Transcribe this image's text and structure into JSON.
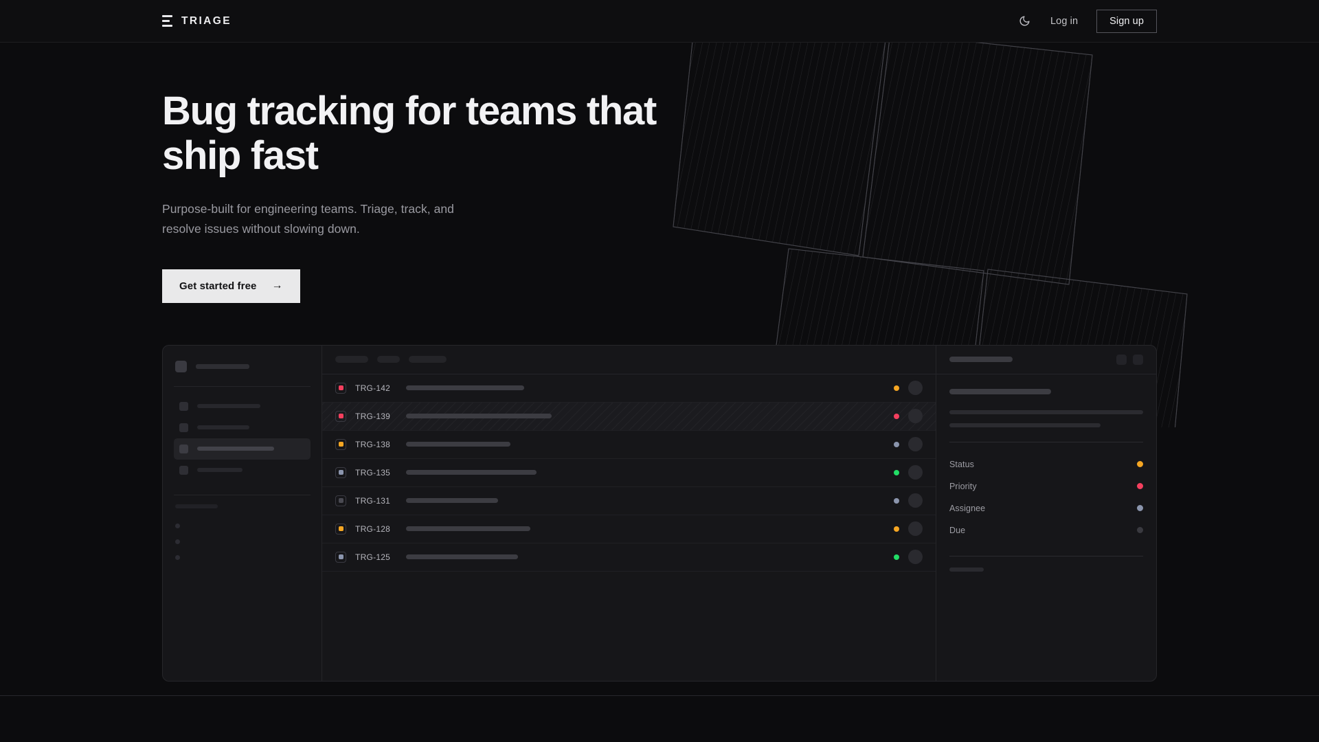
{
  "brand": {
    "name": "TRIAGE",
    "logo_icon": "three-bars-logo-icon"
  },
  "nav": {
    "theme_toggle_icon": "moon-icon",
    "login_label": "Log in",
    "signup_label": "Sign up"
  },
  "hero": {
    "headline": "Bug tracking for teams that ship fast",
    "subhead": "Purpose-built for engineering teams. Triage, track, and resolve issues without slowing down.",
    "cta_label": "Get started free",
    "cta_arrow": "→"
  },
  "colors": {
    "page_bg": "#0c0c0e",
    "nav_bg": "#0e0e10",
    "card_bg": "#161619",
    "border": "#26262a",
    "accent_pink": "#f43f5e",
    "accent_amber": "#f5a623",
    "accent_green": "#22dd66",
    "accent_slate": "#8b95ad",
    "accent_muted": "#4a4a52",
    "cta_bg": "#e9e9ea",
    "text_primary": "#f2f2f4",
    "text_muted": "#9a9aa1"
  },
  "mockup": {
    "sidebar": {
      "workspace_label_width": 78,
      "nav_items": [
        {
          "label_width": 92,
          "active": false
        },
        {
          "label_width": 76,
          "active": false
        },
        {
          "label_width": 112,
          "active": true
        },
        {
          "label_width": 66,
          "active": false
        }
      ],
      "section_label_width": 62,
      "dot_items": 3
    },
    "list": {
      "filter_chips": [
        48,
        33,
        55
      ],
      "columns": [
        "badge",
        "id",
        "title",
        "status",
        "assignee"
      ],
      "rows": [
        {
          "id": "TRG-142",
          "badge_color": "#f43f5e",
          "title_width": 172,
          "status_color": "#f5a623"
        },
        {
          "id": "TRG-139",
          "badge_color": "#f43f5e",
          "title_width": 212,
          "status_color": "#f43f5e",
          "selected": true
        },
        {
          "id": "TRG-138",
          "badge_color": "#f5a623",
          "title_width": 152,
          "status_color": "#8b95ad"
        },
        {
          "id": "TRG-135",
          "badge_color": "#8b95ad",
          "title_width": 190,
          "status_color": "#22dd66"
        },
        {
          "id": "TRG-131",
          "badge_color": "#4a4a52",
          "title_width": 134,
          "status_color": "#8b95ad"
        },
        {
          "id": "TRG-128",
          "badge_color": "#f5a623",
          "title_width": 181,
          "status_color": "#f5a623"
        },
        {
          "id": "TRG-125",
          "badge_color": "#8b95ad",
          "title_width": 163,
          "status_color": "#22dd66"
        }
      ]
    },
    "detail": {
      "title_width": 92,
      "header_buttons": 2,
      "heading_width": 148,
      "meta": [
        {
          "key": "Status",
          "color": "#f5a623"
        },
        {
          "key": "Priority",
          "color": "#f43f5e"
        },
        {
          "key": "Assignee",
          "color": "#8b95ad"
        },
        {
          "key": "Due",
          "color": "#3a3a40"
        }
      ],
      "activity_label_width": 50,
      "activity_avatars": 2
    }
  }
}
